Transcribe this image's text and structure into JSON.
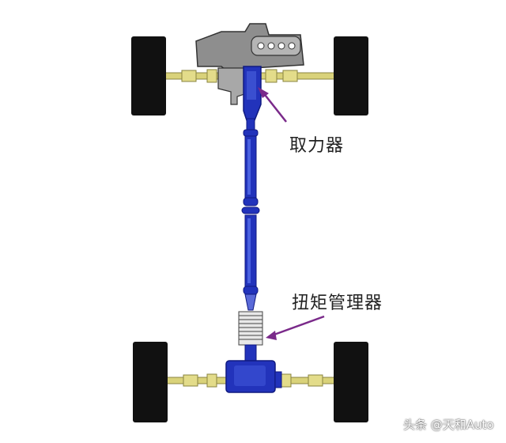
{
  "labels": {
    "pto": "取力器",
    "torque_manager": "扭矩管理器"
  },
  "watermark": "头条 @天和Auto",
  "colors": {
    "shaft": "#2233bb",
    "shaft_dark": "#101a80",
    "axle": "#d9d27a",
    "tire": "#111111",
    "engine": "#8e8e8e",
    "arrow": "#7a2a8a"
  }
}
